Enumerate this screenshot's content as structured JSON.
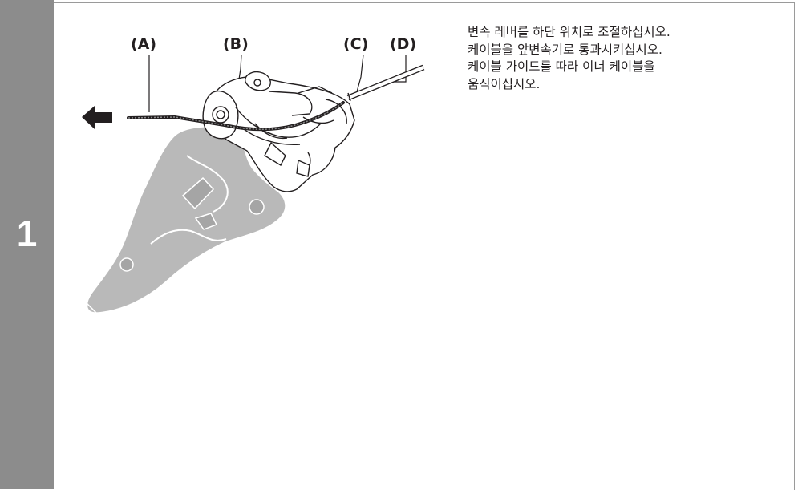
{
  "step": {
    "number": "1"
  },
  "callouts": {
    "a": "(A)",
    "b": "(B)",
    "c": "(C)",
    "d": "(D)"
  },
  "illustration": {
    "subject": "front-derailleur-with-cable",
    "arrow_direction": "left"
  },
  "instructions": {
    "lines": [
      "변속 레버를 하단 위치로 조절하십시오.",
      "케이블을 앞변속기로 통과시키십시오.",
      "케이블 가이드를 따라 이너 케이블을",
      "움직이십시오."
    ]
  },
  "colors": {
    "step_bar": "#8c8c8c",
    "rule": "#9a9a9a",
    "part_shade": "#b9b9b9",
    "ink": "#231f20"
  }
}
